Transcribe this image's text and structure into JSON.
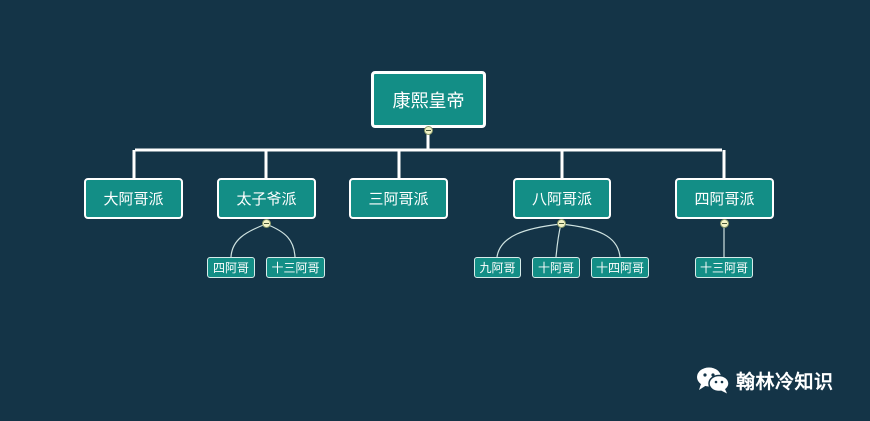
{
  "diagram": {
    "root": {
      "label": "康熙皇帝"
    },
    "factions": [
      {
        "label": "大阿哥派",
        "children": []
      },
      {
        "label": "太子爷派",
        "children": [
          "四阿哥",
          "十三阿哥"
        ]
      },
      {
        "label": "三阿哥派",
        "children": []
      },
      {
        "label": "八阿哥派",
        "children": [
          "九阿哥",
          "十阿哥",
          "十四阿哥"
        ]
      },
      {
        "label": "四阿哥派",
        "children": [
          "十三阿哥"
        ]
      }
    ]
  },
  "watermark": {
    "icon": "wechat-icon",
    "text": "翰林冷知识"
  },
  "colors": {
    "background": "#143447",
    "node_fill": "#138e86",
    "node_border": "#ffffff",
    "connector": "#ffffff",
    "collapse_button": "#f3f3c6"
  }
}
